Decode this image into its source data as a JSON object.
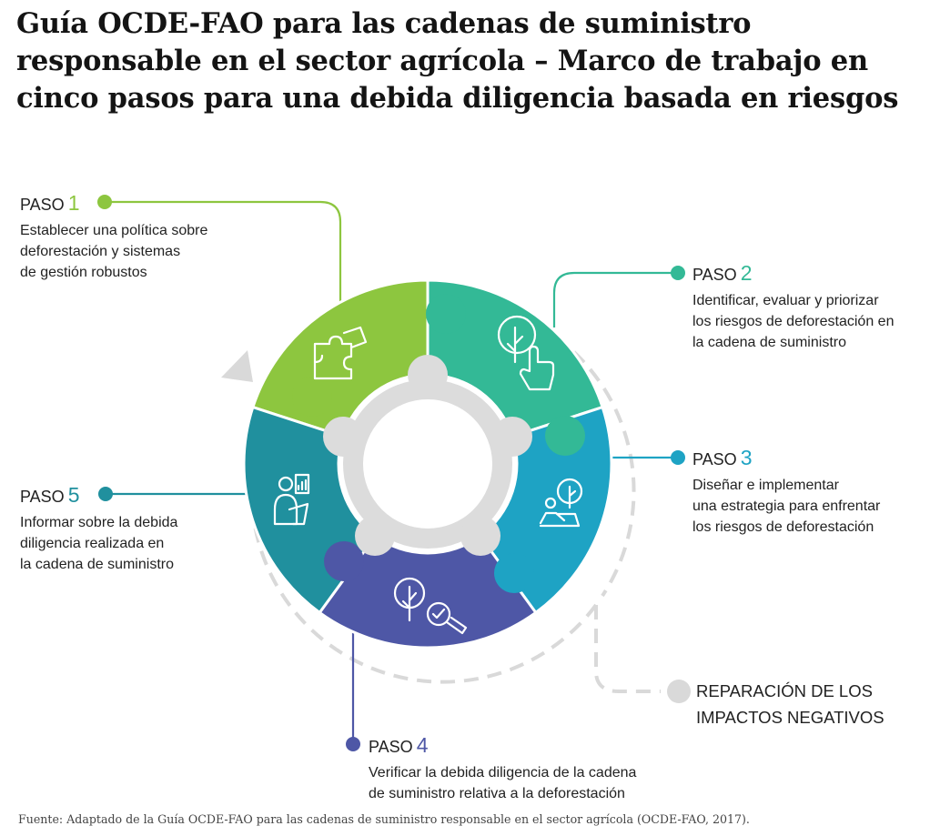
{
  "title": "Guía OCDE-FAO para las cadenas de suministro responsable en el sector agrícola – Marco de trabajo en cinco pasos para una debida diligencia basada en riesgos",
  "colors": {
    "step1": "#8dc63f",
    "step2": "#33b996",
    "step3": "#1ea3c4",
    "step4": "#4e57a6",
    "step5": "#20909e",
    "hub": "#dcdcdc",
    "dashed": "#d9d9d9"
  },
  "steps": [
    {
      "label": "PASO",
      "number": "1",
      "lines": [
        "Establecer una política sobre",
        "deforestación y sistemas",
        "de gestión robustos"
      ],
      "icon": "puzzle-icon"
    },
    {
      "label": "PASO",
      "number": "2",
      "lines": [
        "Identificar, evaluar y priorizar",
        "los riesgos de deforestación en",
        "la cadena de suministro"
      ],
      "icon": "tree-touch-icon"
    },
    {
      "label": "PASO",
      "number": "3",
      "lines": [
        "Diseñar e implementar",
        "una estrategia para enfrentar",
        "los riesgos de deforestación"
      ],
      "icon": "tree-laptop-icon"
    },
    {
      "label": "PASO",
      "number": "4",
      "lines": [
        "Verificar la debida diligencia de la cadena",
        "de suministro relativa a la deforestación"
      ],
      "icon": "tree-magnifier-icon"
    },
    {
      "label": "PASO",
      "number": "5",
      "lines": [
        "Informar sobre la debida",
        "diligencia realizada en",
        "la cadena de suministro"
      ],
      "icon": "presenter-report-icon"
    }
  ],
  "repair": {
    "lines": [
      "REPARACIÓN DE LOS",
      "IMPACTOS NEGATIVOS"
    ]
  },
  "footer": "Fuente: Adaptado de la Guía OCDE-FAO para las cadenas de suministro responsable en el sector agrícola (OCDE-FAO, 2017)."
}
